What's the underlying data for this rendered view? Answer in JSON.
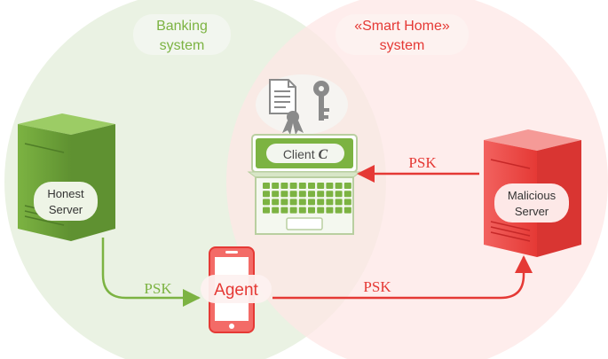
{
  "circles": {
    "left_title_line1": "Banking",
    "left_title_line2": "system",
    "right_title_line1": "«Smart Home»",
    "right_title_line2": "system"
  },
  "nodes": {
    "honest_server_line1": "Honest",
    "honest_server_line2": "Server",
    "malicious_server_line1": "Malicious",
    "malicious_server_line2": "Server",
    "client_label": "Client",
    "client_symbol": "C",
    "agent_label": "Agent"
  },
  "edges": {
    "honest_to_agent": "PSK",
    "agent_to_malicious": "PSK",
    "malicious_to_client": "PSK"
  },
  "icons": {
    "client_docs": "document-icon",
    "client_key": "key-icon",
    "client_cert": "certificate-icon"
  },
  "colors": {
    "banking_green": "#7cb342",
    "smarthome_red": "#e53935",
    "left_circle_fill": "#e9f1e1",
    "right_circle_fill": "#fde7e6"
  }
}
